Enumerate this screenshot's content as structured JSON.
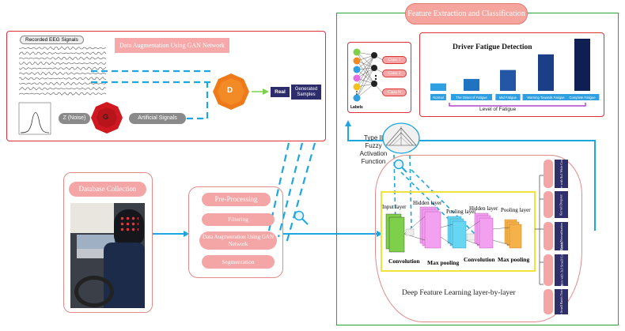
{
  "top_left_panel": {
    "recorded_signals_label": "Recorded EEG Signals",
    "gan_title": "Data Augmentation Using GAN Network",
    "noise_label": "Z (Noise)",
    "generator_label": "G",
    "artificial_label": "Artificial Signals",
    "discriminator_label": "D",
    "real_label": "Real",
    "generated_label": "Generated Samples"
  },
  "feature_panel": {
    "title": "Feature Extraction and Classification",
    "classifier": {
      "labels_caption": "Labels",
      "classes": [
        "Class 1",
        "Class 2",
        "Class N"
      ]
    },
    "fatigue_chart_title": "Driver Fatigue Detection",
    "level_label": "Level of Fatigue",
    "activation_label": "Type II Fuzzy Activation Function",
    "deep_learning_label": "Deep Feature Learning layer-by-layer",
    "cnn": {
      "input_layer": "Input layer",
      "hidden_layer_1": "Hidden layer",
      "pooling_layer_1": "Pooling layer",
      "hidden_layer_2": "Hidden layer",
      "pooling_layer_2": "Pooling layer",
      "convolution_1": "Convolution",
      "max_pooling_1": "Max pooling",
      "convolution_2": "Convolution",
      "max_pooling_2": "Max pooling"
    },
    "steps": [
      "First Layer with 8x1 Wide Conv Kernel",
      "Kernel Dropout",
      "Batch Normalization",
      "Middle Layers with 3x3 Small Conv Kernel",
      "Very Small Batch Training"
    ]
  },
  "database": {
    "title": "Database Collection"
  },
  "preprocessing": {
    "title": "Pre-Processing",
    "steps": [
      "Filtering",
      "Data Augmentation Using GAN Network",
      "Segmentation"
    ]
  },
  "chart_data": {
    "type": "bar",
    "title": "Driver Fatigue Detection",
    "xlabel": "Level of Fatigue",
    "categories": [
      "Normal",
      "The Onset of Fatigue",
      "Mid Fatigue",
      "Warning Towards Fatigue",
      "Complete Fatigue"
    ],
    "values": [
      1,
      1.6,
      2.8,
      4.9,
      7
    ],
    "colors": [
      "#2e9fe0",
      "#1f73c0",
      "#2456a6",
      "#1a3f86",
      "#0f1f52"
    ]
  }
}
